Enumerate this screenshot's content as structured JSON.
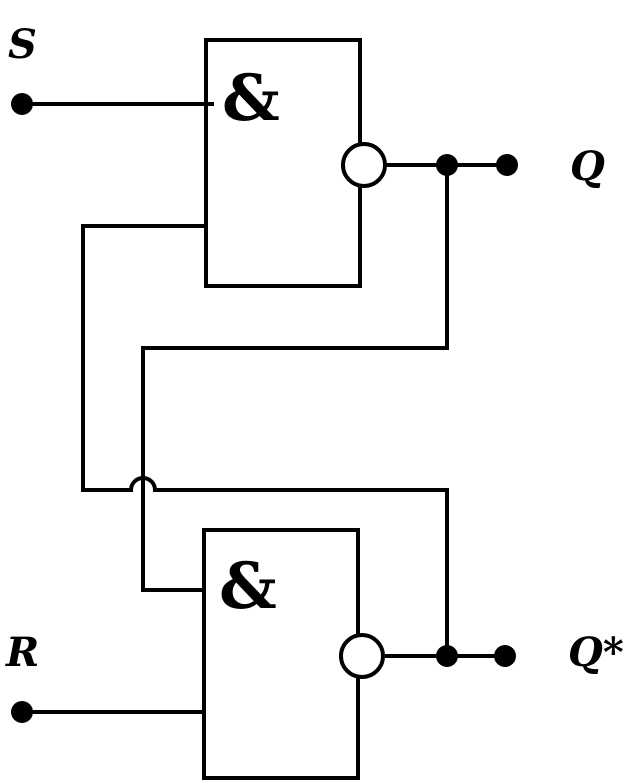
{
  "labels": {
    "input_s": "S",
    "input_r": "R",
    "output_q": "Q",
    "output_q_star": "Q*"
  },
  "gates": [
    {
      "id": "top-nand",
      "symbol": "&"
    },
    {
      "id": "bottom-nand",
      "symbol": "&"
    }
  ]
}
